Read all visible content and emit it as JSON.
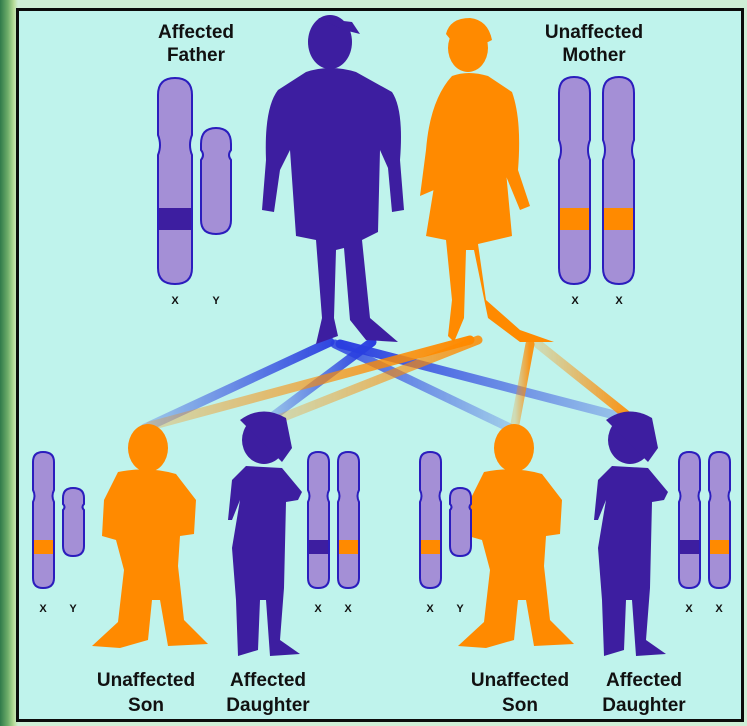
{
  "labels": {
    "father_line1": "Affected",
    "father_line2": "Father",
    "mother_line1": "Unaffected",
    "mother_line2": "Mother",
    "child1_line1": "Unaffected",
    "child1_line2": "Son",
    "child2_line1": "Affected",
    "child2_line2": "Daughter",
    "child3_line1": "Unaffected",
    "child3_line2": "Son",
    "child4_line1": "Affected",
    "child4_line2": "Daughter"
  },
  "chromosome_labels": {
    "father": [
      "X",
      "Y"
    ],
    "mother": [
      "X",
      "X"
    ],
    "son1": [
      "X",
      "Y"
    ],
    "daughter1": [
      "X",
      "X"
    ],
    "son2": [
      "X",
      "Y"
    ],
    "daughter2": [
      "X",
      "X"
    ]
  },
  "colors": {
    "affected": "#3d1ea0",
    "unaffected": "#ff8a00",
    "chromosome_fill": "#a48fd6",
    "chromosome_outline": "#2b1dbd",
    "background": "#bff3ec"
  }
}
